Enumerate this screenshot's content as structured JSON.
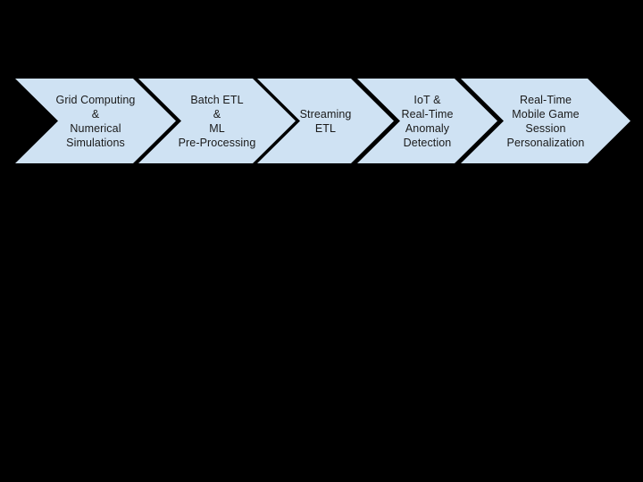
{
  "background_color": "#000000",
  "diagram": {
    "type": "process-flow-chevrons",
    "arrow_fill": "#cfe2f3",
    "text_color": "#1a1a1a",
    "steps": [
      {
        "label": "Grid Computing\n&\nNumerical\nSimulations"
      },
      {
        "label": "Batch ETL\n&\nML\nPre-Processing"
      },
      {
        "label": "Streaming\nETL"
      },
      {
        "label": "IoT &\nReal-Time\nAnomaly\nDetection"
      },
      {
        "label": "Real-Time\nMobile Game\nSession\nPersonalization"
      }
    ]
  }
}
